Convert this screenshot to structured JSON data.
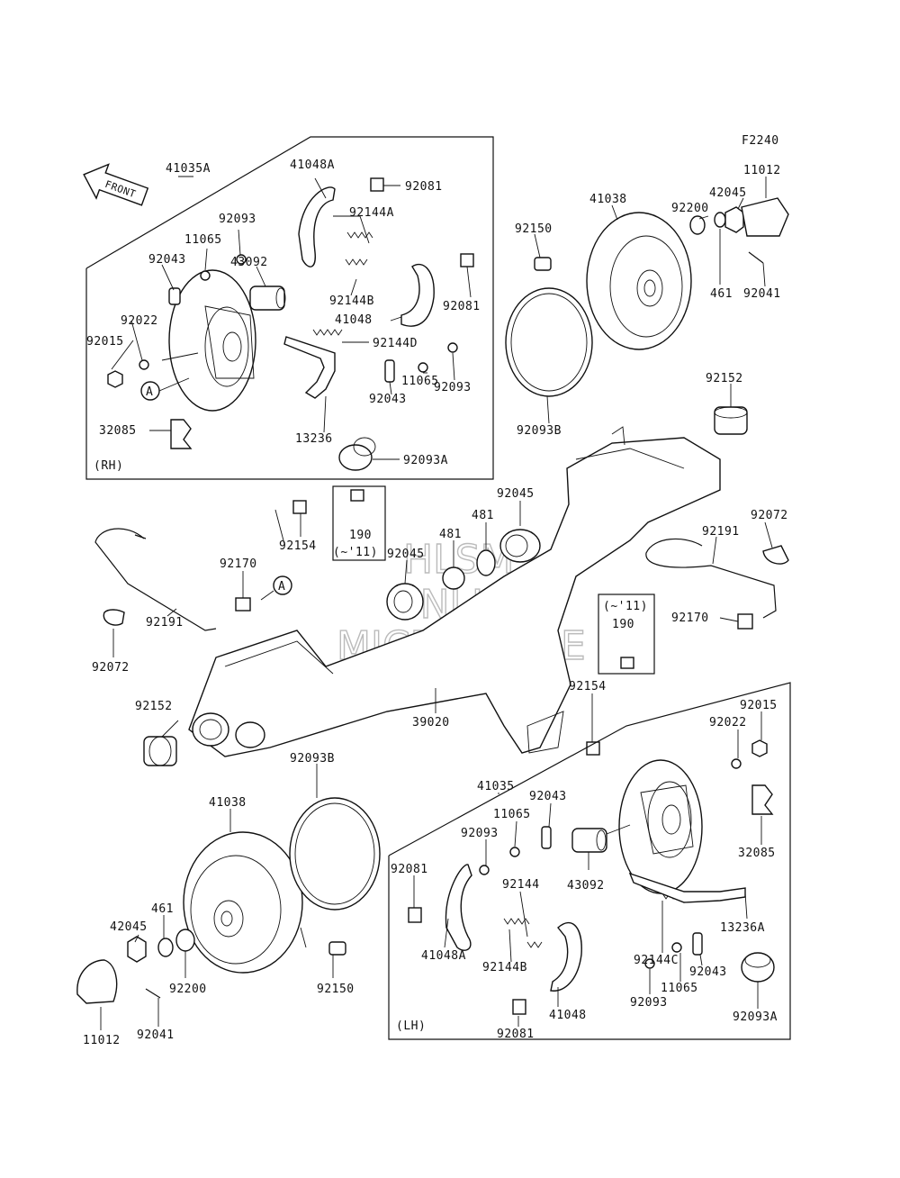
{
  "figure_code": "F2240",
  "front_label": "FRONT",
  "watermark": [
    "HLSM",
    "ONLINE",
    "MICROFICHE"
  ],
  "rh_group": {
    "tag": "(RH)",
    "labels": [
      "41035A",
      "41048A",
      "92081",
      "92093",
      "11065",
      "92144A",
      "92043",
      "43092",
      "92022",
      "92015",
      "92144B",
      "92081",
      "41048",
      "92144D",
      "92093",
      "92043",
      "11065",
      "13236",
      "32085",
      "92093A"
    ],
    "marker": "A"
  },
  "center_group": {
    "labels": [
      "41038",
      "92200",
      "42045",
      "11012",
      "92150",
      "461",
      "92041",
      "92093B",
      "92152",
      "92045",
      "481",
      "481",
      "92045",
      "92154",
      "190",
      "(~'11)",
      "92170",
      "92072",
      "92191",
      "92191",
      "92072",
      "92170",
      "190",
      "(~'11)",
      "92152",
      "39020",
      "92154"
    ],
    "marker": "A"
  },
  "lh_group": {
    "tag": "(LH)",
    "labels": [
      "41035",
      "92043",
      "92093",
      "11065",
      "92081",
      "92144",
      "43092",
      "92015",
      "92022",
      "32085",
      "41048A",
      "92144B",
      "92144C",
      "13236A",
      "92043",
      "11065",
      "92093",
      "92081",
      "41048",
      "92093A"
    ]
  },
  "left_drum_labels": [
    "41038",
    "92093B",
    "461",
    "42045",
    "92200",
    "92150",
    "11012",
    "92041"
  ]
}
